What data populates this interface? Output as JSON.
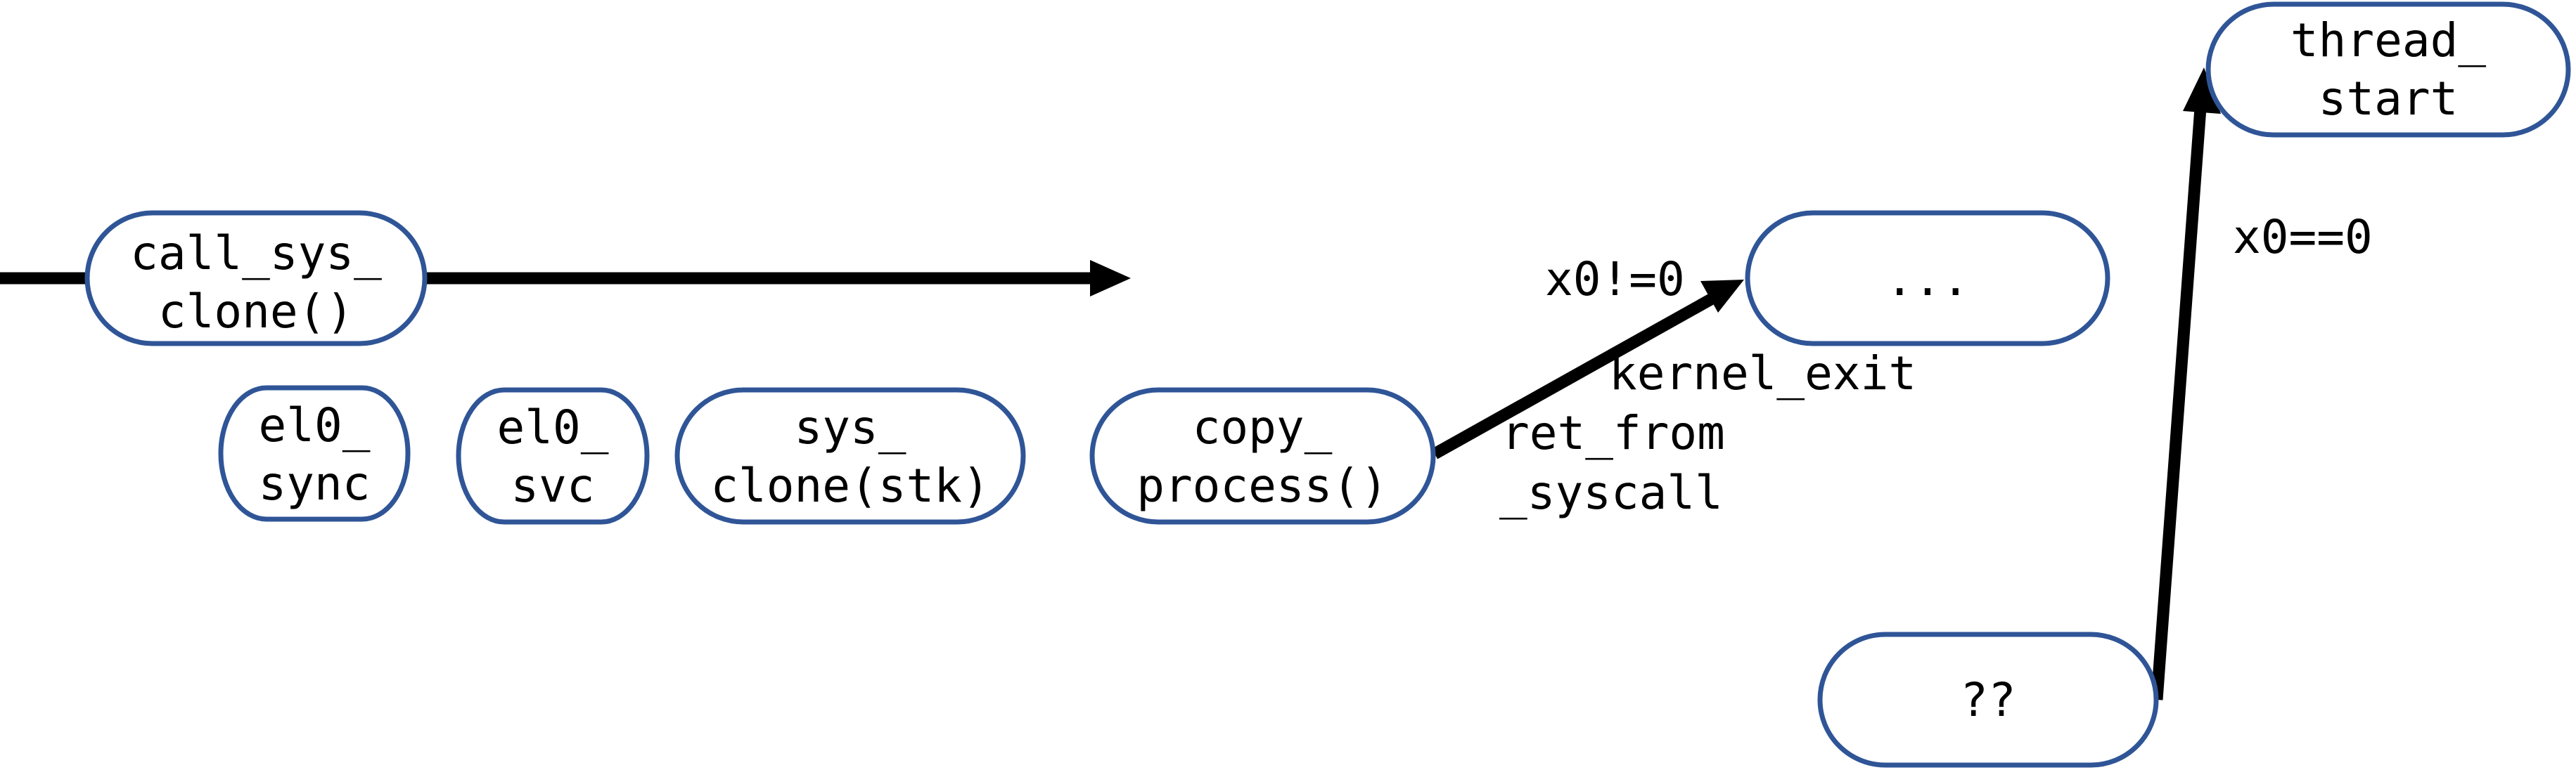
{
  "nodes": {
    "call_sys_clone": {
      "line1": "call_sys_",
      "line2": "clone()"
    },
    "el0_sync": {
      "line1": "el0_",
      "line2": "sync"
    },
    "el0_svc": {
      "line1": "el0_",
      "line2": "svc"
    },
    "sys_clone": {
      "line1": "sys_",
      "line2": "clone(stk)"
    },
    "copy_process": {
      "line1": "copy_",
      "line2": "process()"
    },
    "ellipsis": {
      "line1": "..."
    },
    "unknown": {
      "line1": "??"
    },
    "thread_start": {
      "line1": "thread_",
      "line2": "start"
    }
  },
  "labels": {
    "x0_ne_0": "x0!=0",
    "kernel_exit": "kernel_exit",
    "ret_from_line1": "ret_from",
    "ret_from_line2": "_syscall",
    "x0_eq_0": "x0==0"
  },
  "colors": {
    "node_stroke": "#2f5597",
    "arrow": "#000000"
  }
}
